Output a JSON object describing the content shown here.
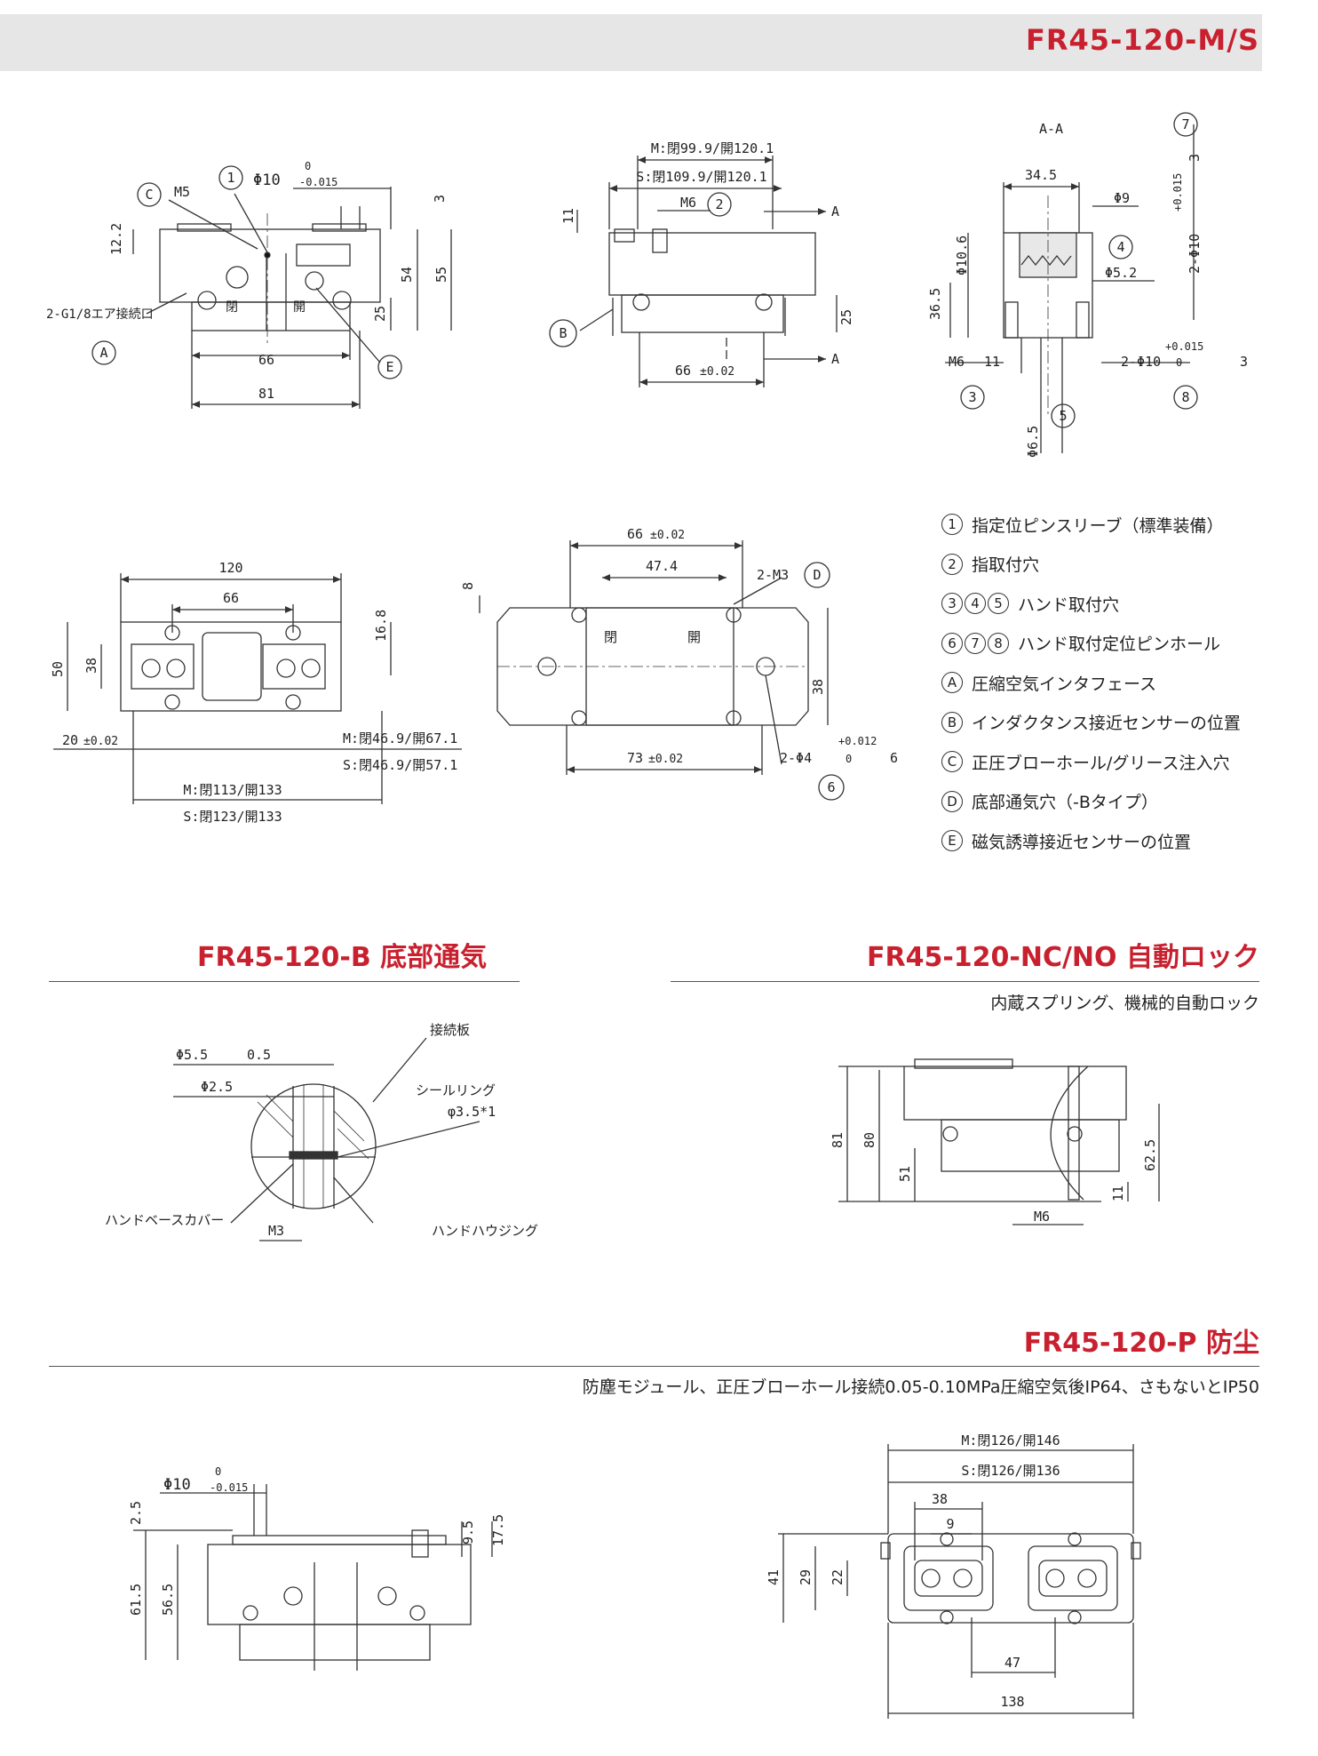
{
  "header": {
    "title": "FR45-120-M/S"
  },
  "sections": {
    "b": {
      "title": "FR45-120-B 底部通気"
    },
    "nc": {
      "title": "FR45-120-NC/NO 自動ロック",
      "note": "内蔵スプリング、機械的自動ロック"
    },
    "p": {
      "title": "FR45-120-P 防尘",
      "note": "防塵モジュール、正圧ブローホール接続0.05-0.10MPa圧縮空気後IP64、さもないとIP50"
    }
  },
  "legend": [
    {
      "marks": [
        "1"
      ],
      "text": "指定位ピンスリーブ（標準装備）"
    },
    {
      "marks": [
        "2"
      ],
      "text": "指取付穴"
    },
    {
      "marks": [
        "3",
        "4",
        "5"
      ],
      "text": "ハンド取付穴"
    },
    {
      "marks": [
        "6",
        "7",
        "8"
      ],
      "text": "ハンド取付定位ピンホール"
    },
    {
      "marks": [
        "A"
      ],
      "text": "圧縮空気インタフェース"
    },
    {
      "marks": [
        "B"
      ],
      "text": "インダクタンス接近センサーの位置"
    },
    {
      "marks": [
        "C"
      ],
      "text": "正圧ブローホール/グリース注入穴"
    },
    {
      "marks": [
        "D"
      ],
      "text": "底部通気穴（-Bタイプ）"
    },
    {
      "marks": [
        "E"
      ],
      "text": "磁気誘導接近センサーの位置"
    }
  ],
  "drawings": {
    "front": {
      "dia": "Φ10",
      "tol_top": "0",
      "tol_bot": "-0.015",
      "m5": "M5",
      "d12_2": "12.2",
      "d3": "3",
      "d54": "54",
      "d55": "55",
      "d25": "25",
      "d66": "66",
      "d81": "81",
      "air": "2-G1/8エア接続口",
      "closed": "閉",
      "open": "開",
      "c1": "1",
      "cC": "C",
      "cA": "A",
      "cE": "E"
    },
    "side": {
      "m_dim": "M:閉99.9/開120.1",
      "s_dim": "S:閉109.9/開120.1",
      "d11": "11",
      "m6": "M6",
      "c2": "2",
      "arrowA": "A",
      "d25": "25",
      "d66": "66",
      "tol": "±0.02",
      "cB": "B"
    },
    "section": {
      "title": "A-A",
      "d34_5": "34.5",
      "d9": "Φ9",
      "d10_6": "Φ10.6",
      "d5_2": "Φ5.2",
      "d36_5": "36.5",
      "m6": "M6",
      "depth11": "11",
      "pins_top": "2-Φ10",
      "pins_bot": "2-Φ10",
      "tol_p": "+0.015",
      "tol_z": "0",
      "depth3": "3",
      "d6_5": "Φ6.5",
      "c3": "3",
      "c4": "4",
      "c5": "5",
      "c7": "7",
      "c8": "8"
    },
    "top": {
      "d120": "120",
      "d66": "66",
      "d16_8": "16.8",
      "d50": "50",
      "d38": "38",
      "d20": "20",
      "tol": "±0.02",
      "m_off": "M:閉46.9/開67.1",
      "s_off": "S:閉46.9/開57.1",
      "m_w": "M:閉113/開133",
      "s_w": "S:閉123/開133"
    },
    "bottom": {
      "d66": "66",
      "d47_4": "47.4",
      "d8": "8",
      "m3": "2-M3",
      "cD": "D",
      "closed": "閉",
      "open": "開",
      "d38": "38",
      "d73": "73",
      "tol": "±0.02",
      "pins": "2-Φ4",
      "tol_p": "+0.012",
      "tol_z": "0",
      "depth6": "6",
      "c6": "6"
    },
    "detailB": {
      "cb": "Φ5.5",
      "cbd": "0.5",
      "d2_5": "Φ2.5",
      "plate": "接続板",
      "seal": "シールリング",
      "seal_d": "φ3.5*1",
      "base": "ハンドベースカバー",
      "m3": "M3",
      "housing": "ハンドハウジング"
    },
    "nc": {
      "d81": "81",
      "d80": "80",
      "d51": "51",
      "d62_5": "62.5",
      "d11": "11",
      "m6": "M6"
    },
    "p_front": {
      "dia": "Φ10",
      "tol_top": "0",
      "tol_bot": "-0.015",
      "d2_5": "2.5",
      "d9_5": "9.5",
      "d17_5": "17.5",
      "d61_5": "61.5",
      "d56_5": "56.5"
    },
    "p_top": {
      "m_dim": "M:閉126/開146",
      "s_dim": "S:閉126/開136",
      "d38": "38",
      "d9": "9",
      "d41": "41",
      "d29": "29",
      "d22": "22",
      "d47": "47",
      "d138": "138"
    }
  }
}
